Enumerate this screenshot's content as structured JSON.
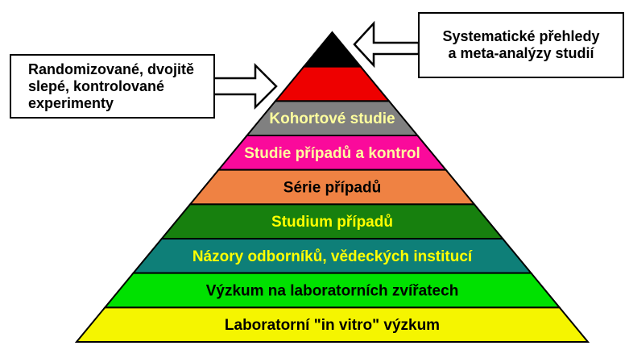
{
  "diagram": {
    "background_color": "#ffffff",
    "outline_color": "#000000"
  },
  "callouts": {
    "left": {
      "lines": [
        "Randomizované, dvojitě",
        "slepé, kontrolované",
        "experimenty"
      ]
    },
    "right": {
      "lines": [
        "Systematické přehledy",
        "a meta-analýzy studií"
      ]
    }
  },
  "pyramid": {
    "levels": [
      {
        "label": "",
        "color": "#000000",
        "text_color": ""
      },
      {
        "label": "",
        "color": "#ee0000",
        "text_color": ""
      },
      {
        "label": "Kohortové studie",
        "color": "#808080",
        "text_color": "#ffff9e"
      },
      {
        "label": "Studie případů a kontrol",
        "color": "#fa0a9b",
        "text_color": "#ffff9e"
      },
      {
        "label": "Série případů",
        "color": "#ef8243",
        "text_color": "#000000"
      },
      {
        "label": "Studium případů",
        "color": "#17800e",
        "text_color": "#ffff00"
      },
      {
        "label": "Názory odborníků, vědeckých institucí",
        "color": "#0e7f78",
        "text_color": "#ffff00"
      },
      {
        "label": "Výzkum na laboratorních zvířatech",
        "color": "#00e100",
        "text_color": "#000000"
      },
      {
        "label": "Laboratorní \"in vitro\" výzkum",
        "color": "#f5f500",
        "text_color": "#000000"
      }
    ]
  }
}
